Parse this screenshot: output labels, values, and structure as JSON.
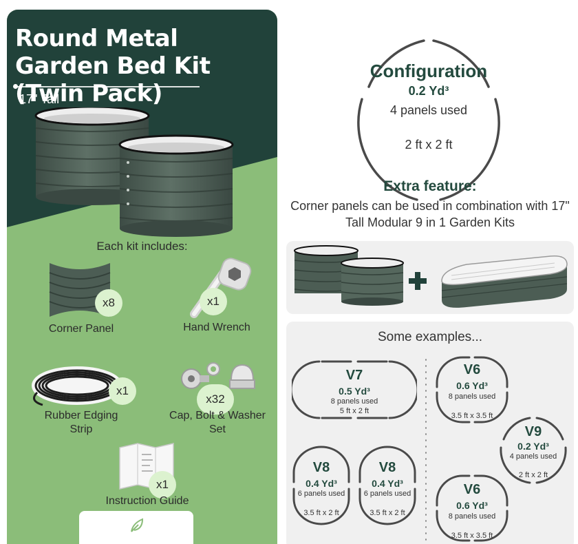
{
  "product": {
    "title": "Round Metal Garden Bed Kit (Twin Pack)",
    "height": "17\" Tall"
  },
  "kit": {
    "heading": "Each kit includes:",
    "items": [
      {
        "label": "Corner Panel",
        "qty": "x8",
        "icon": "corner-panel-icon"
      },
      {
        "label": "Hand Wrench",
        "qty": "x1",
        "icon": "hand-wrench-icon"
      },
      {
        "label": "Rubber Edging Strip",
        "qty": "x1",
        "icon": "rubber-edging-strip-icon"
      },
      {
        "label": "Cap, Bolt & Washer Set",
        "qty": "x32",
        "icon": "cap-bolt-washer-icon"
      },
      {
        "label": "Instruction Guide",
        "qty": "x1",
        "icon": "instruction-guide-icon"
      }
    ]
  },
  "configuration": {
    "title": "Configuration",
    "volume": "0.2 Yd³",
    "panels": "4 panels used",
    "dimensions": "2 ft x 2 ft"
  },
  "extra_feature": {
    "title": "Extra feature:",
    "text": "Corner panels can be used in combination with 17\" Tall Modular 9 in 1 Garden Kits"
  },
  "examples": {
    "heading": "Some examples...",
    "items": [
      {
        "name": "V7",
        "volume": "0.5 Yd³",
        "panels": "8 panels used",
        "dimensions": "5 ft x 2 ft"
      },
      {
        "name": "V6",
        "volume": "0.6 Yd³",
        "panels": "8 panels used",
        "dimensions": "3.5 ft x 3.5 ft"
      },
      {
        "name": "V9",
        "volume": "0.2 Yd³",
        "panels": "4 panels used",
        "dimensions": "2 ft x 2 ft"
      },
      {
        "name": "V8",
        "volume": "0.4 Yd³",
        "panels": "6 panels used",
        "dimensions": "3.5 ft x 2 ft"
      },
      {
        "name": "V8",
        "volume": "0.4 Yd³",
        "panels": "6 panels used",
        "dimensions": "3.5 ft x 2 ft"
      },
      {
        "name": "V6",
        "volume": "0.6 Yd³",
        "panels": "8 panels used",
        "dimensions": "3.5 ft x 3.5 ft"
      }
    ]
  },
  "colors": {
    "dark_green": "#21423a",
    "light_green": "#8bbd79",
    "badge_green": "#dcf2cf",
    "metal_green": "#4c5d54",
    "heading_green": "#234a3e",
    "card_grey": "#f0f0f0"
  }
}
